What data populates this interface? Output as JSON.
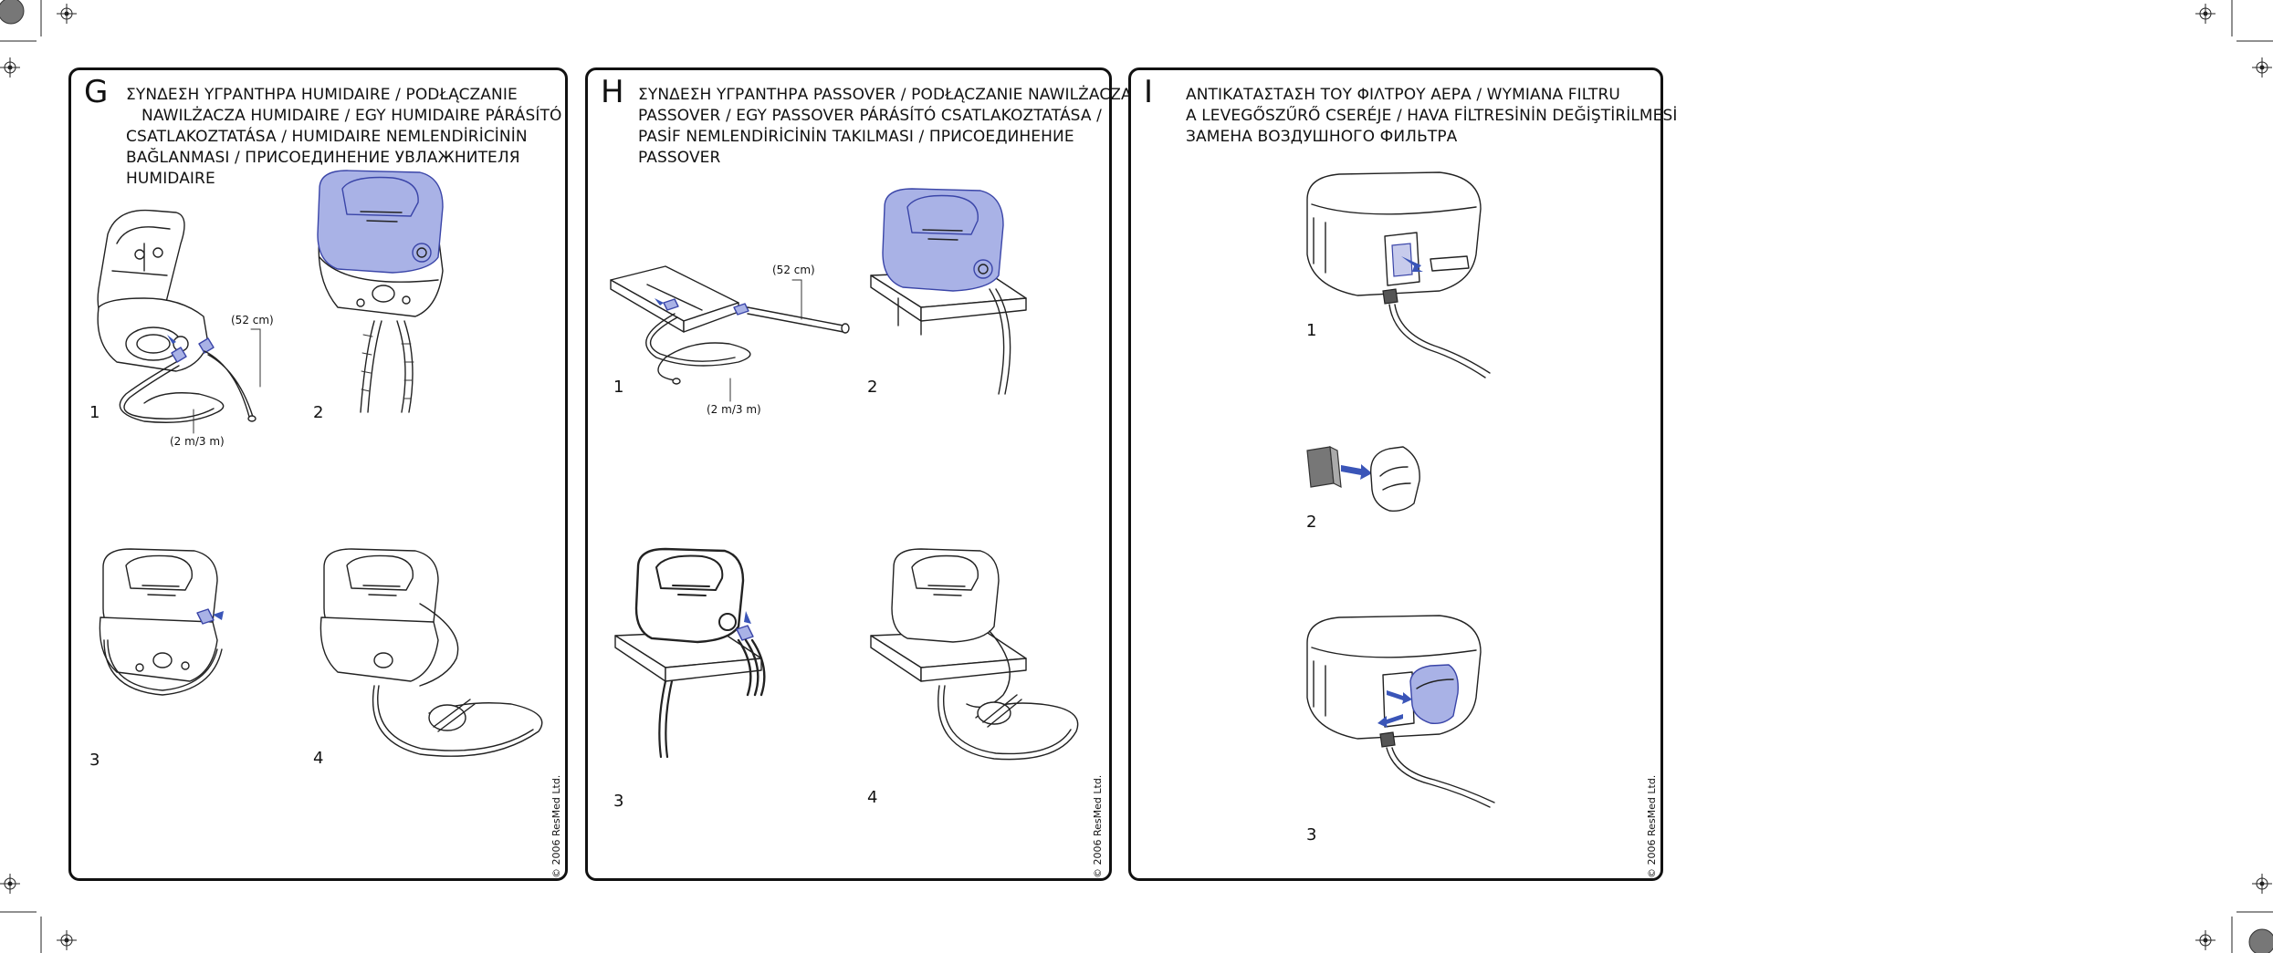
{
  "panels": [
    {
      "letter": "G",
      "heading": [
        "ΣΥΝΔΕΣΗ ΥΓΡΑΝΤΗΡΑ HUMIDAIRE / PODŁĄCZANIE",
        "NAWILŻACZA HUMIDAIRE / EGY HUMIDAIRE PÁRÁSÍTÓ",
        "CSATLAKOZTATÁSA / HUMIDAIRE NEMLENDİRİCİNİN",
        "BAĞLANMASI / ПРИСОЕДИНЕНИЕ УВЛАЖНИТЕЛЯ",
        "HUMIDAIRE"
      ],
      "steps": [
        "1",
        "2",
        "3",
        "4"
      ],
      "dimensions": [
        "(52 cm)",
        "(2 m/3 m)"
      ],
      "copyright": "© 2006 ResMed Ltd."
    },
    {
      "letter": "H",
      "heading": [
        "ΣΥΝΔΕΣΗ ΥΓΡΑΝΤΗΡΑ PASSOVER / PODŁĄCZANIE NAWILŻACZA",
        "PASSOVER / EGY PASSOVER PÁRÁSÍTÓ CSATLAKOZTATÁSA /",
        "PASİF NEMLENDİRİCİNİN TAKILMASI / ПРИСОЕДИНЕНИЕ",
        "PASSOVER"
      ],
      "steps": [
        "1",
        "2",
        "3",
        "4"
      ],
      "dimensions": [
        "(52 cm)",
        "(2 m/3 m)"
      ],
      "copyright": "© 2006 ResMed Ltd."
    },
    {
      "letter": "I",
      "heading": [
        "ΑΝΤΙΚΑΤΑΣΤΑΣΗ ΤΟΥ ΦΙΛΤΡΟΥ ΑΕΡΑ / WYMIANA FILTRU",
        "A LEVEGŐSZŰRŐ CSERÉJE / HAVA FİLTRESİNİN DEĞİŞTİRİLMESİ",
        "ЗАМЕНА ВОЗДУШНОГО ФИЛЬТРА"
      ],
      "steps": [
        "1",
        "2",
        "3"
      ],
      "copyright": "© 2006 ResMed Ltd."
    }
  ],
  "icons": [
    "registration-mark-icon",
    "crop-mark-icon",
    "device-illustration",
    "tube-illustration",
    "filter-illustration",
    "direction-arrow-icon"
  ],
  "colors": {
    "highlight": "#a9b2e6",
    "arrow": "#3a55b8",
    "line": "#222222"
  }
}
